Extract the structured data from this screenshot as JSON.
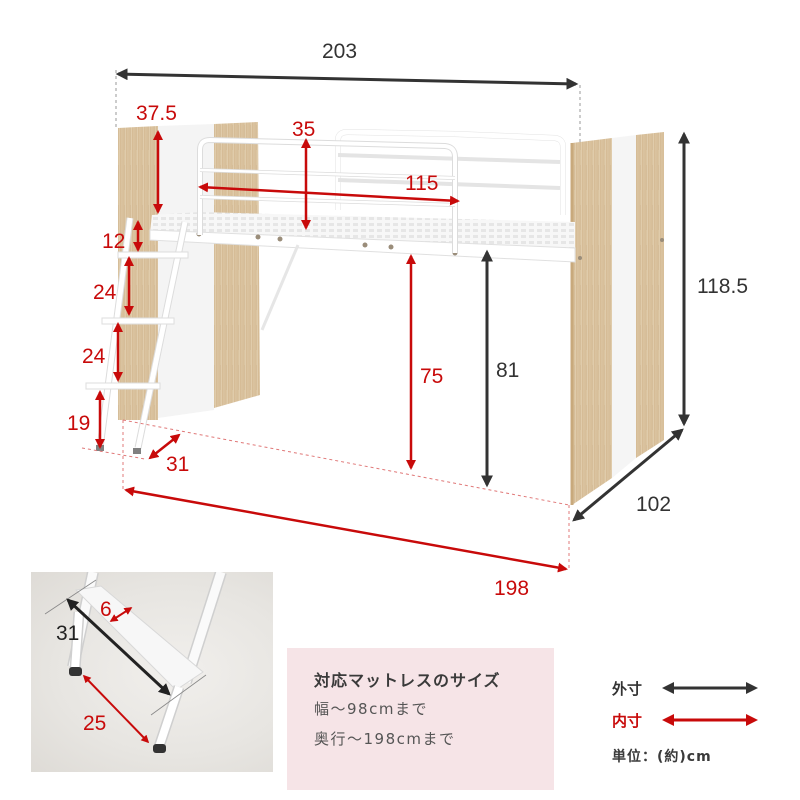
{
  "main_diagram": {
    "outer_dimensions": {
      "total_length": "203",
      "total_height": "118.5",
      "total_depth": "102",
      "deck_height": "81"
    },
    "inner_dimensions": {
      "headboard_height_above_deck": "37.5",
      "guardrail_height": "35",
      "guardrail_length": "115",
      "top_step_spacing": "12",
      "step_spacing_1": "24",
      "step_spacing_2": "24",
      "bottom_step_height": "19",
      "ladder_depth": "31",
      "under_bed_clearance": "75",
      "inner_length": "198"
    }
  },
  "ladder_detail": {
    "step_width": "31",
    "step_depth": "6",
    "rail_spacing": "25"
  },
  "mattress_info": {
    "title": "対応マットレスのサイズ",
    "width_line": "幅～98cmまで",
    "length_line": "奥行～198cmまで"
  },
  "legend": {
    "outer_label": "外寸",
    "inner_label": "内寸",
    "outer_color": "#333333",
    "inner_color": "#c80a0a",
    "unit_text": "単位：(約)cm"
  },
  "colors": {
    "wood": "#d9c3a0",
    "frame": "#ffffff",
    "accent_red": "#c80a0a",
    "dark": "#333333",
    "panel_pink": "#f6e4e7"
  }
}
